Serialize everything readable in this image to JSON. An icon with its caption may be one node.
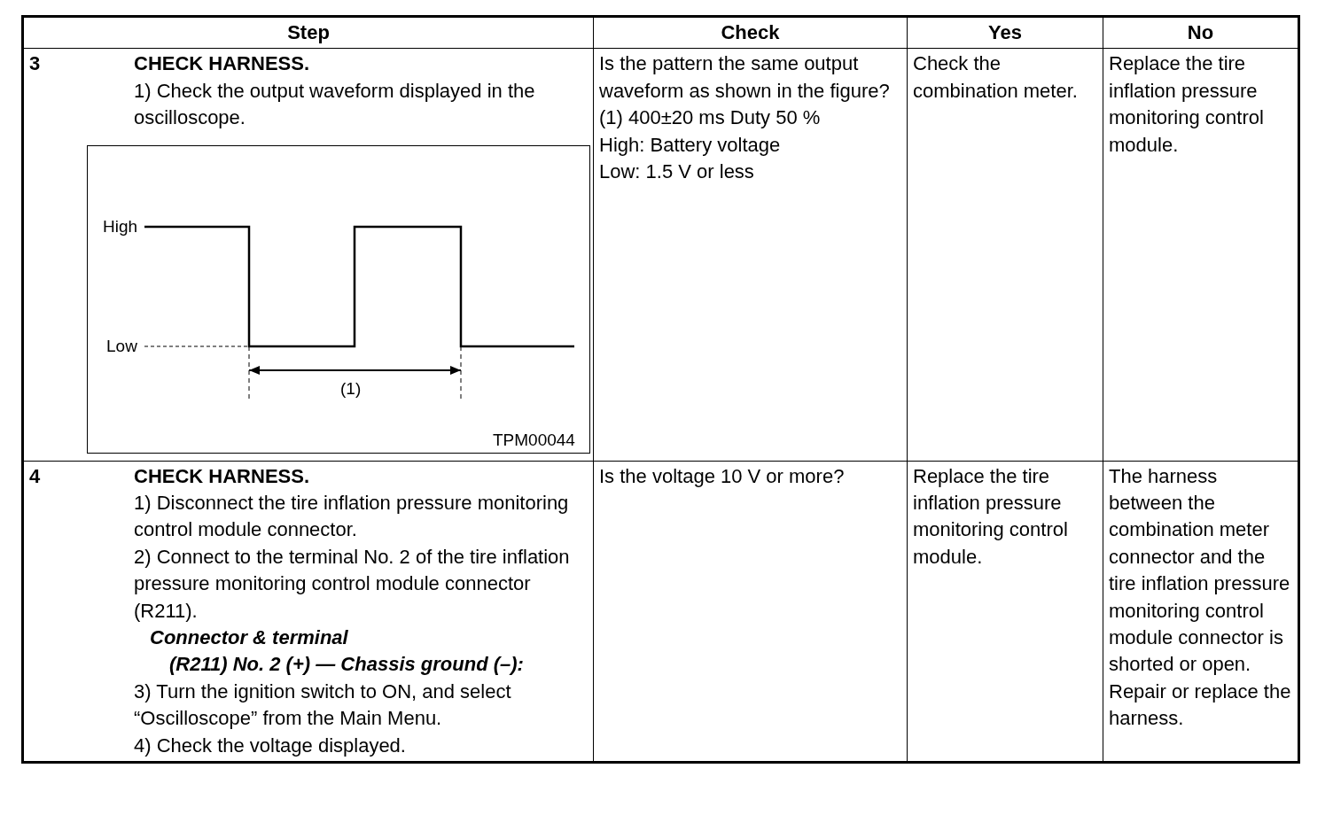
{
  "diagram": {
    "labels": [
      "Step",
      "Check",
      "Yes",
      "No",
      "3",
      "CHECK HARNESS.",
      "1) Check the output waveform displayed in the oscilloscope.",
      "High",
      "Low",
      "(1)",
      "TPM00044",
      "Is the pattern the same output waveform as shown in the figure?",
      "(1) 400±20 ms Duty 50 %",
      "High: Battery voltage",
      "Low: 1.5 V or less",
      "Check the combination meter.",
      "Replace the tire inflation pressure monitoring control module.",
      "4",
      "CHECK HARNESS.",
      "1) Disconnect the tire inflation pressure monitoring control module connector.",
      "2) Connect to the terminal No. 2 of the tire inflation pressure monitoring control module connector (R211).",
      "Connector & terminal",
      "(R211) No. 2 (+) — Chassis ground (–):",
      "3) Turn the ignition switch to ON, and select “Oscilloscope” from the Main Menu.",
      "4) Check the voltage displayed.",
      "Is the voltage 10 V or more?",
      "Replace the tire inflation pressure monitoring control module.",
      "The harness between the combination meter connector and the tire inflation pressure monitoring control module connector is shorted or open. Repair or replace the harness."
    ]
  }
}
